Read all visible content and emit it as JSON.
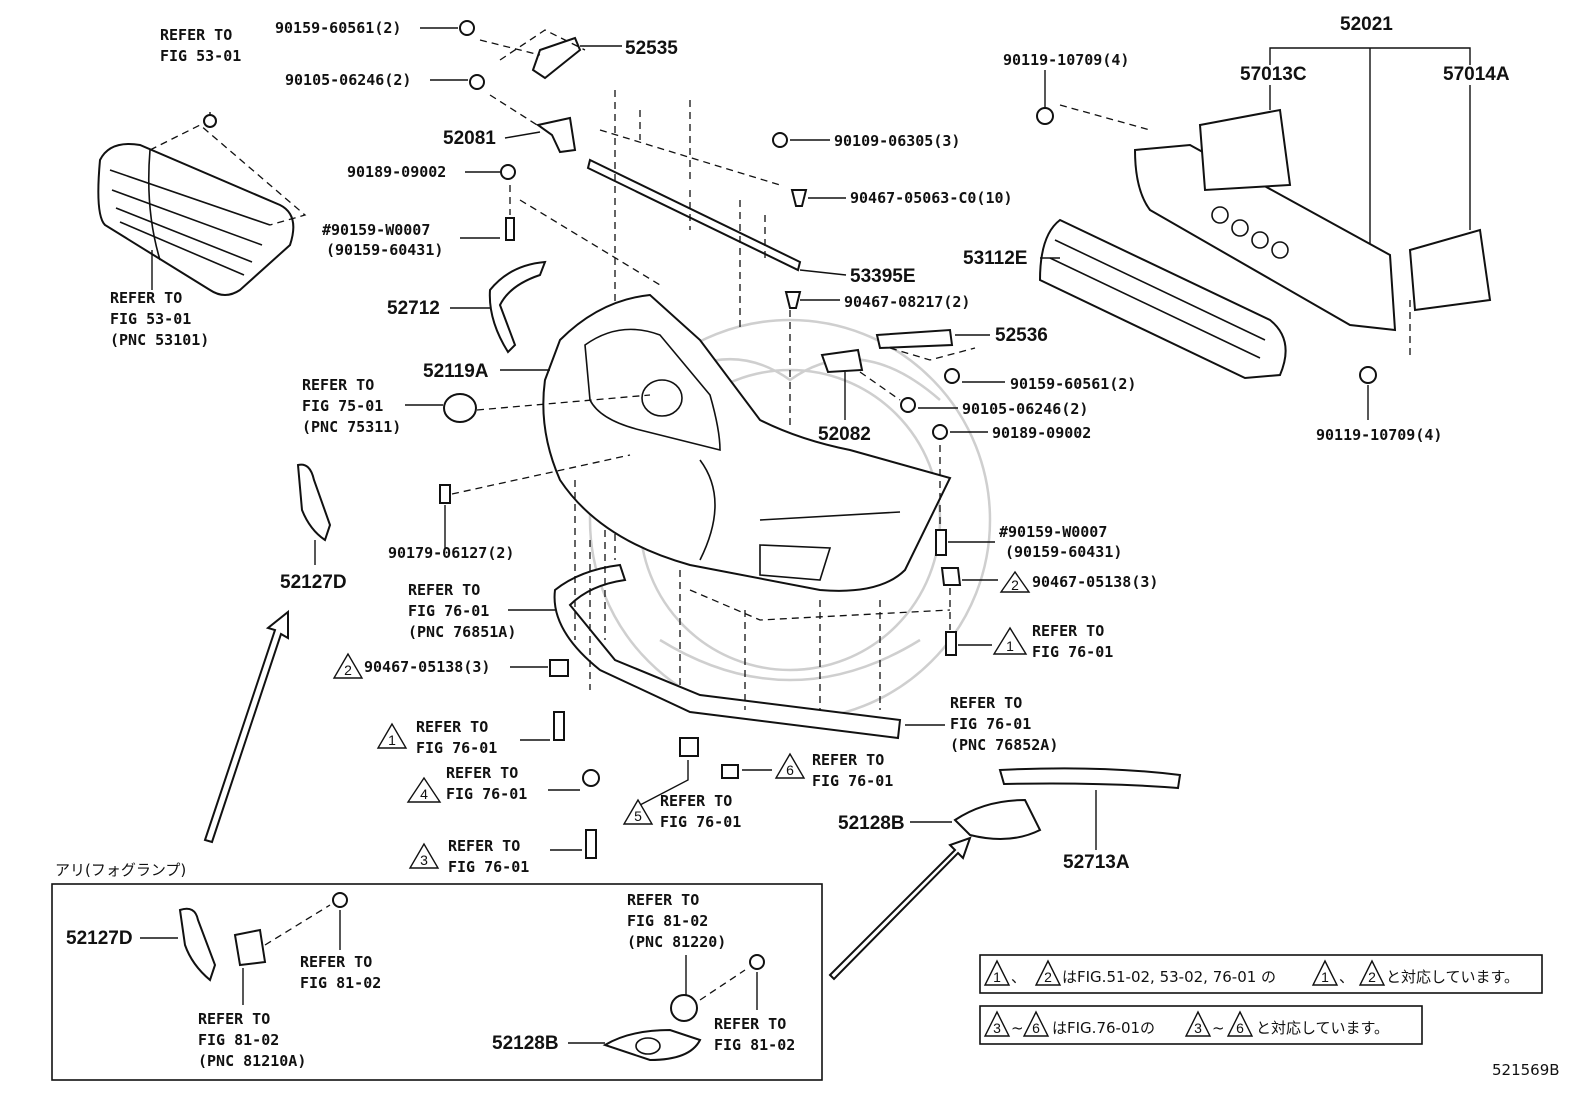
{
  "labels": {
    "p90159_60561_a": "90159-60561(2)",
    "p52535": "52535",
    "p90105_06246_a": "90105-06246(2)",
    "p52081": "52081",
    "p90189_09002_a": "90189-09002",
    "p90159_w0007_a": "#90159-W0007",
    "p90159_60431_a": "(90159-60431)",
    "p52712": "52712",
    "p52119a": "52119A",
    "p90179_06127": "90179-06127(2)",
    "p52127d_a": "52127D",
    "p90109_06305": "90109-06305(3)",
    "p90467_05063": "90467-05063-C0(10)",
    "p53395e": "53395E",
    "p90467_08217": "90467-08217(2)",
    "p52536": "52536",
    "p90159_60561_b": "90159-60561(2)",
    "p90105_06246_b": "90105-06246(2)",
    "p52082": "52082",
    "p90189_09002_b": "90189-09002",
    "p90159_w0007_b": "#90159-W0007",
    "p90159_60431_b": "(90159-60431)",
    "p90467_05138_b": "90467-05138(3)",
    "p90467_05138_a": "90467-05138(3)",
    "p52021": "52021",
    "p90119_10709_a": "90119-10709(4)",
    "p57013c": "57013C",
    "p57014a": "57014A",
    "p53112e": "53112E",
    "p90119_10709_b": "90119-10709(4)",
    "p52128b_a": "52128B",
    "p52713a": "52713A",
    "p52127d_b": "52127D",
    "p52128b_b": "52128B",
    "drawing_no": "521569B"
  },
  "refs": {
    "r_grille_top_1": "REFER TO",
    "r_grille_top_2": "FIG 53-01",
    "r_grille_bot_1": "REFER TO",
    "r_grille_bot_2": "FIG 53-01",
    "r_grille_bot_3": "(PNC 53101)",
    "r_emblem_1": "REFER TO",
    "r_emblem_2": "FIG 75-01",
    "r_emblem_3": "(PNC 75311)",
    "r_spoilerL_1": "REFER TO",
    "r_spoilerL_2": "FIG 76-01",
    "r_spoilerL_3": "(PNC 76851A)",
    "r_tri1L_1": "REFER TO",
    "r_tri1L_2": "FIG 76-01",
    "r_tri4_1": "REFER TO",
    "r_tri4_2": "FIG 76-01",
    "r_tri3_1": "REFER TO",
    "r_tri3_2": "FIG 76-01",
    "r_tri5_1": "REFER TO",
    "r_tri5_2": "FIG 76-01",
    "r_tri6_1": "REFER TO",
    "r_tri6_2": "FIG 76-01",
    "r_spoilerR_1": "REFER TO",
    "r_spoilerR_2": "FIG 76-01",
    "r_spoilerR_3": "(PNC 76852A)",
    "r_tri1R_1": "REFER TO",
    "r_tri1R_2": "FIG 76-01",
    "r_fog_a1": "REFER TO",
    "r_fog_a2": "FIG 81-02",
    "r_fog_b1": "REFER TO",
    "r_fog_b2": "FIG 81-02",
    "r_fog_b3": "(PNC 81210A)",
    "r_fog_c1": "REFER TO",
    "r_fog_c2": "FIG 81-02",
    "r_fog_c3": "(PNC 81220)",
    "r_fog_d1": "REFER TO",
    "r_fog_d2": "FIG 81-02"
  },
  "inset": {
    "title": "アリ(フォグランプ)"
  },
  "notes": {
    "note1": "、 はFIG.51-02, 53-02, 76-01 の 、 と対応しています。",
    "note2": "~ はFIG.76-01の ~ と対応しています。",
    "note1_a": "、",
    "note1_b": "はFIG.51-02, 53-02, 76-01 の",
    "note1_c": "、",
    "note1_d": "と対応しています。",
    "note2_a": "~",
    "note2_b": "はFIG.76-01の",
    "note2_c": "~",
    "note2_d": "と対応しています。"
  },
  "triangles": {
    "t1": "1",
    "t2": "2",
    "t3": "3",
    "t4": "4",
    "t5": "5",
    "t6": "6"
  }
}
